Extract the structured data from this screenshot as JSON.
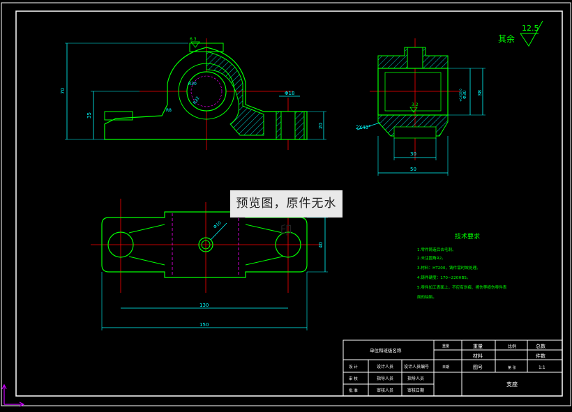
{
  "views": {
    "front": {
      "dim_height": "70",
      "dim_center": "35",
      "dim_foot": "20",
      "dim_hole_width": "Φ18",
      "roughness_top": "6.3",
      "r_inner": "R30",
      "r_small": "R22",
      "dim_r8": "R8"
    },
    "side": {
      "chamfer": "2X45°",
      "dim_bore": "Φ30",
      "dim_tol": "+0.033 0",
      "dim_height": "38",
      "dim_base_inner": "30",
      "dim_base": "50",
      "roughness_bore": "3.2"
    },
    "top": {
      "dim_hole": "Φ10",
      "dim_depth": "40",
      "dim_span": "130",
      "dim_total": "150"
    }
  },
  "surface_finish": {
    "label": "其余",
    "value": "12.5"
  },
  "watermark": "预览图，原件无水印",
  "tech_requirements": {
    "title": "技术要求",
    "items": [
      "1.零件铸造后去毛刺。",
      "2.未注圆角R2。",
      "3.材料：HT200，铸件需时效处理。",
      "4.铸件硬度：170~220HBS。",
      "5.零件加工表面上，不应有划痕、擦伤等损伤零件表",
      "面的缺陷。"
    ]
  },
  "title_block": {
    "org": "单位和班级名称",
    "roles": [
      {
        "tag": "设 计",
        "a": "设计人员",
        "b": "设计人员编号"
      },
      {
        "tag": "审 核",
        "a": "指导人员",
        "b": "指导人员"
      },
      {
        "tag": "批 准",
        "a": "审核人员",
        "b": "审核日期"
      }
    ],
    "mid_col": [
      "重量",
      "日期"
    ],
    "h1": [
      "重量",
      "比例",
      "总数"
    ],
    "h2": [
      "材料",
      "件数"
    ],
    "scale_label": "图号",
    "scale": "1:1",
    "sheet": "第 张",
    "part_name": "支座"
  },
  "colors": {
    "background": "#000000",
    "outline": "#ffffff",
    "part": "#00ff00",
    "dimension": "#00ffff",
    "center": "#ff0000",
    "hidden": "#ff00ff",
    "ucs": "#cc00ff"
  }
}
